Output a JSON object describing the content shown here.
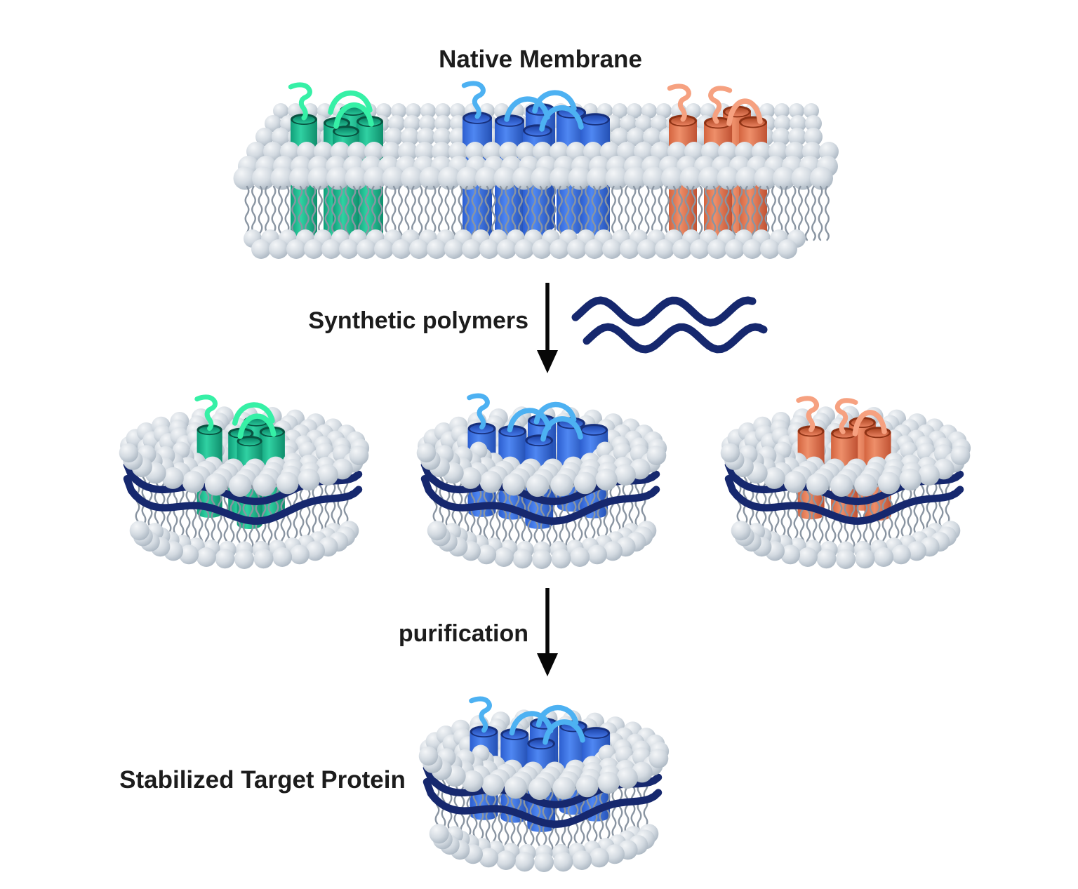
{
  "labels": {
    "title": "Native Membrane",
    "step1": "Synthetic polymers",
    "step2": "purification",
    "result": "Stabilized Target Protein"
  },
  "icons": {
    "step_arrow": "down-arrow",
    "polymer_strands": "double-wavy-lines",
    "lipid": "sphere-head-with-tail",
    "protein": "cylinder-bundle-with-loops"
  },
  "scene": {
    "membrane_proteins": [
      "green",
      "blue",
      "orange"
    ],
    "nanodiscs": [
      "green",
      "blue",
      "orange"
    ],
    "purified": "blue"
  },
  "colors": {
    "background": "#ffffff",
    "text": "#1c1c1c",
    "arrow": "#070707",
    "polymer": "#16286e",
    "lipid_head_light": "#f4f6f8",
    "lipid_head_mid": "#d3dae1",
    "lipid_head_dark": "#a7b3bf",
    "lipid_tail": "#8a95a2",
    "proteins": {
      "green": {
        "body_dark": "#0f9e79",
        "body_light": "#30d1a2",
        "body_deep": "#0f8e6c",
        "cap_top": "#0a8265",
        "cap_bottom": "#27c597",
        "rim": "#085341",
        "squiggle": "#36f0a6"
      },
      "blue": {
        "body_dark": "#2c5ecf",
        "body_light": "#4f87f2",
        "body_deep": "#2450b4",
        "cap_top": "#1f46ab",
        "cap_bottom": "#4478e8",
        "rim": "#17307c",
        "squiggle": "#4db1f2"
      },
      "orange": {
        "body_dark": "#d4643f",
        "body_light": "#ee8f6a",
        "body_deep": "#c05233",
        "cap_top": "#b04926",
        "cap_bottom": "#e8815f",
        "rim": "#8e3214",
        "squiggle": "#f6a180"
      }
    }
  }
}
